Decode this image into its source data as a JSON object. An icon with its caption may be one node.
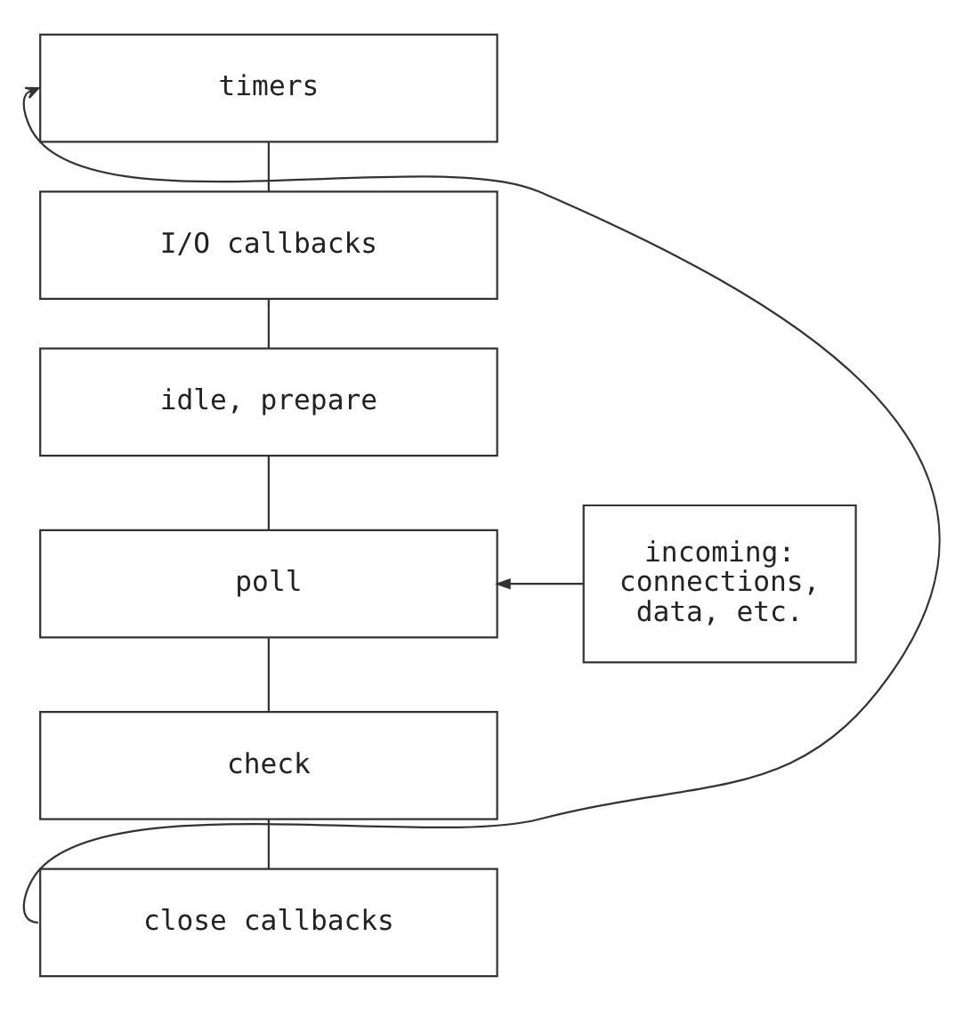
{
  "diagram": {
    "nodes": [
      {
        "text": [
          "timers"
        ]
      },
      {
        "text": [
          "I/O callbacks"
        ]
      },
      {
        "text": [
          "idle, prepare"
        ]
      },
      {
        "text": [
          "poll"
        ]
      },
      {
        "text": [
          "check"
        ]
      },
      {
        "text": [
          "close callbacks"
        ]
      },
      {
        "text": [
          "incoming: connections, data, etc."
        ]
      }
    ],
    "edges": [
      {
        "from": 0,
        "to": 1,
        "arrow": "none"
      },
      {
        "from": 1,
        "to": 2,
        "arrow": "none"
      },
      {
        "from": 2,
        "to": 3,
        "arrow": "none"
      },
      {
        "from": 3,
        "to": 4,
        "arrow": "none"
      },
      {
        "from": 4,
        "to": 5,
        "arrow": "none"
      },
      {
        "from": 6,
        "to": 3,
        "arrow": "to"
      },
      {
        "from": 5,
        "to": 0,
        "arrow": "to"
      }
    ]
  }
}
